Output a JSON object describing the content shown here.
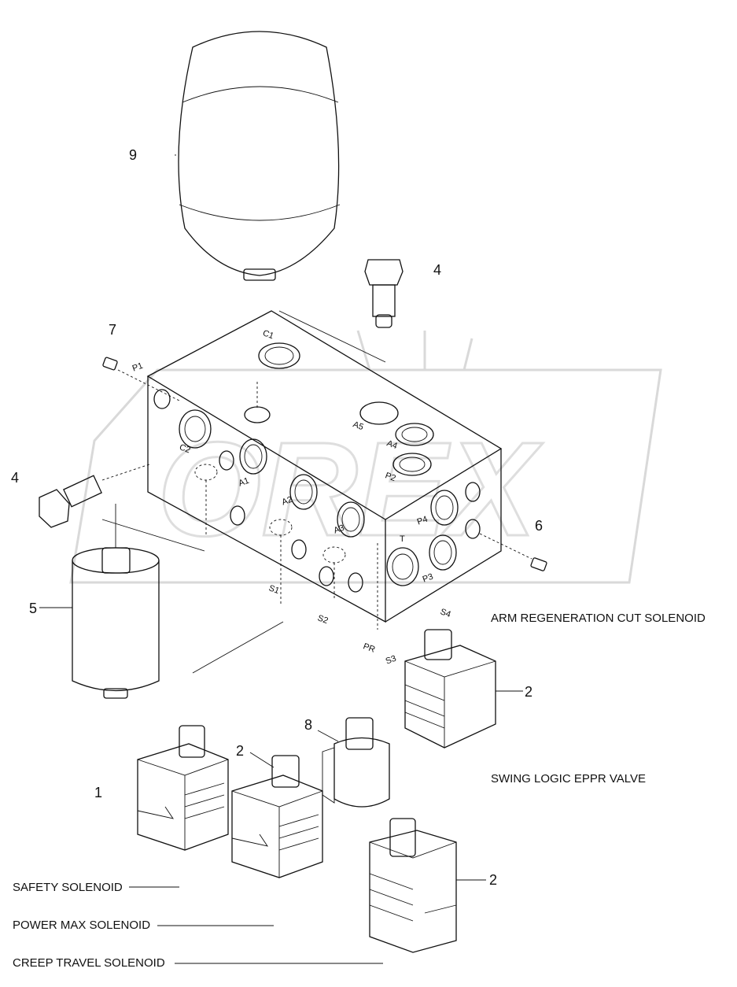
{
  "callouts": {
    "c9": "9",
    "c4_top": "4",
    "c7": "7",
    "c4_left": "4",
    "c6": "6",
    "c5": "5",
    "c2_right": "2",
    "c8": "8",
    "c2_mid": "2",
    "c1": "1",
    "c2_bottom": "2"
  },
  "labels": {
    "arm_regen": "ARM REGENERATION CUT SOLENOID",
    "swing_logic": "SWING LOGIC EPPR VALVE",
    "safety": "SAFETY SOLENOID",
    "power_max": "POWER MAX SOLENOID",
    "creep_travel": "CREEP TRAVEL SOLENOID"
  },
  "ports": {
    "c1": "C1",
    "c2": "C2",
    "p1": "P1",
    "a1": "A1",
    "a2": "A2",
    "a3": "A3",
    "a4": "A4",
    "a5": "A5",
    "p2": "P2",
    "p3": "P3",
    "p4": "P4",
    "t": "T",
    "s1": "S1",
    "s2": "S2",
    "s3": "S3",
    "s4": "S4",
    "pr": "PR"
  },
  "watermark": "OREX"
}
